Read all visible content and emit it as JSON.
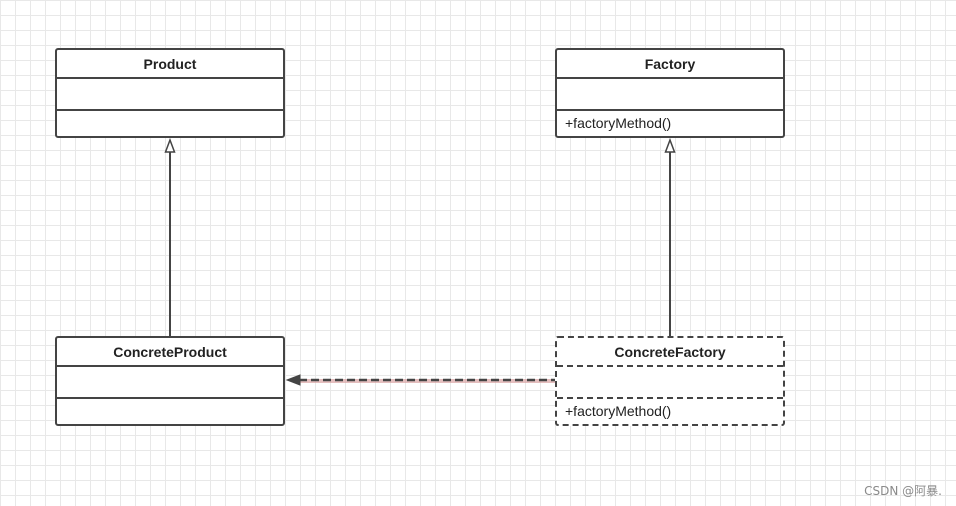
{
  "classes": {
    "product": {
      "name": "Product"
    },
    "factory": {
      "name": "Factory",
      "methods": [
        "+factoryMethod()"
      ]
    },
    "concrete_product": {
      "name": "ConcreteProduct"
    },
    "concrete_factory": {
      "name": "ConcreteFactory",
      "methods": [
        "+factoryMethod()"
      ]
    }
  },
  "watermark": "CSDN @阿暴.",
  "colors": {
    "grid": "#e8e8e8",
    "stroke": "#444444",
    "text": "#222222",
    "dependency_tint": "#d9a3a3",
    "watermark": "#8a8a8a"
  }
}
